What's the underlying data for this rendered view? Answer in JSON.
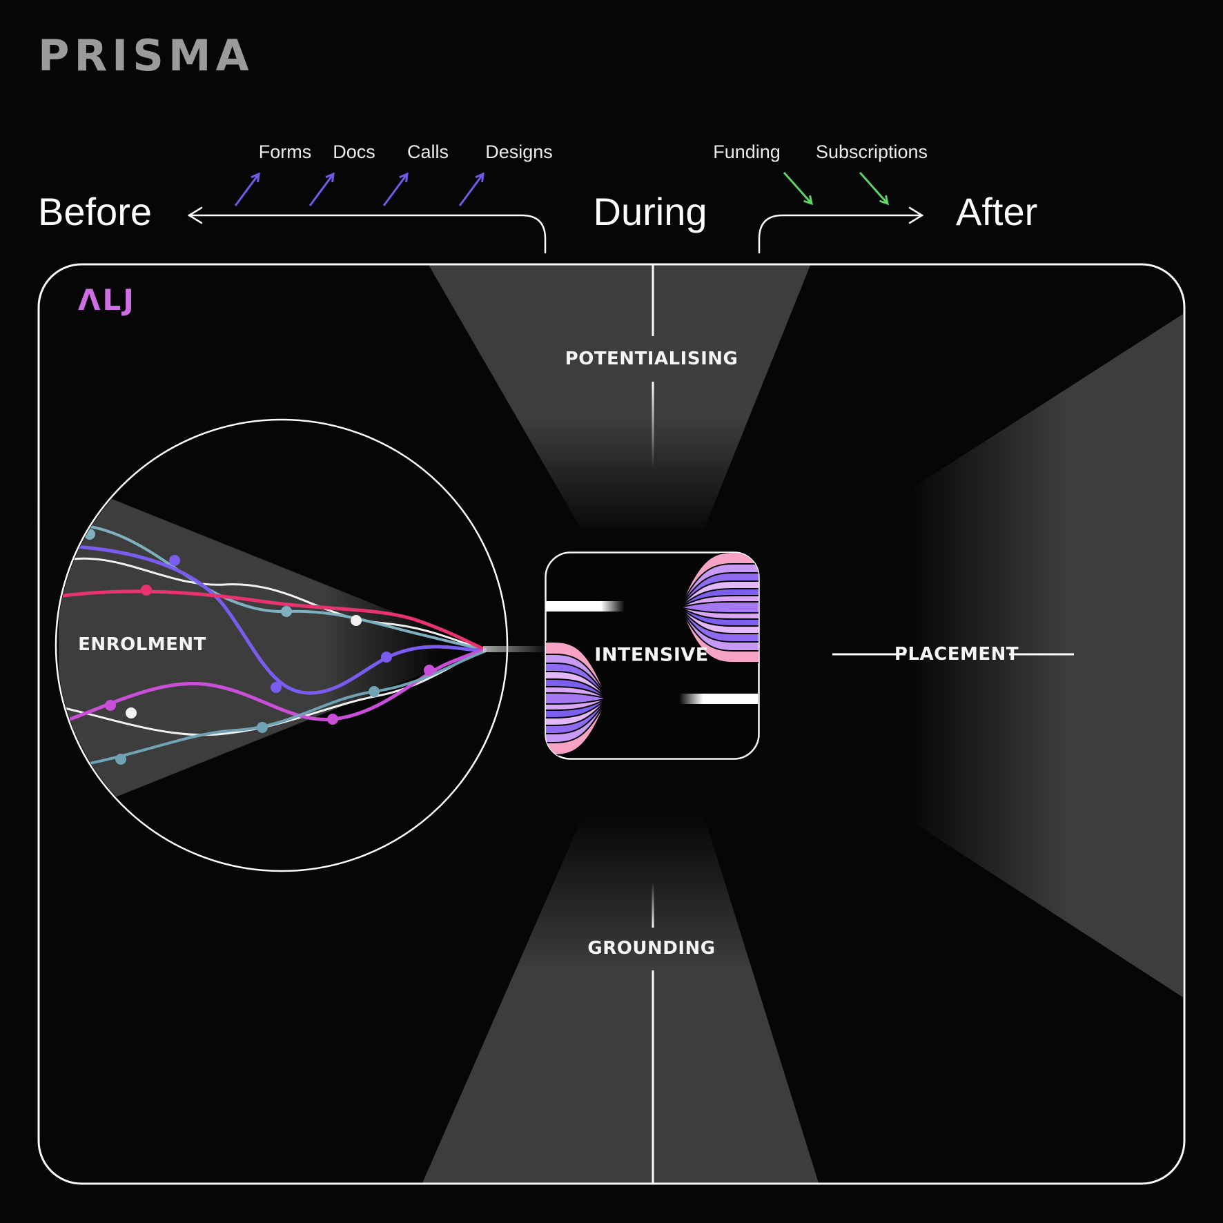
{
  "logo": {
    "text": "PRISMA"
  },
  "timeline": {
    "before_label": "Before",
    "during_label": "During",
    "after_label": "After"
  },
  "before_flows": {
    "items": [
      {
        "label": "Forms"
      },
      {
        "label": "Docs"
      },
      {
        "label": "Calls"
      },
      {
        "label": "Designs"
      }
    ]
  },
  "after_flows": {
    "items": [
      {
        "label": "Funding"
      },
      {
        "label": "Subscriptions"
      }
    ]
  },
  "panel": {
    "brand": "ΛLJ",
    "stage_top": "POTENTIALISING",
    "stage_left": "ENROLMENT",
    "stage_center": "INTENSIVE",
    "stage_right": "PLACEMENT",
    "stage_bottom": "GROUNDING"
  },
  "colors": {
    "background": "#060606",
    "wedge_gray": "#3d3d3d",
    "arrow_purple": "#6e5be8",
    "arrow_green": "#5fd266",
    "brand_magenta": "#cf6ee4",
    "line_crimson": "#e8336e",
    "line_purple": "#7a5cf0",
    "line_teal": "#7fb0c2",
    "line_magenta": "#c94fd8",
    "fan_pink": "#f7a3c6"
  }
}
